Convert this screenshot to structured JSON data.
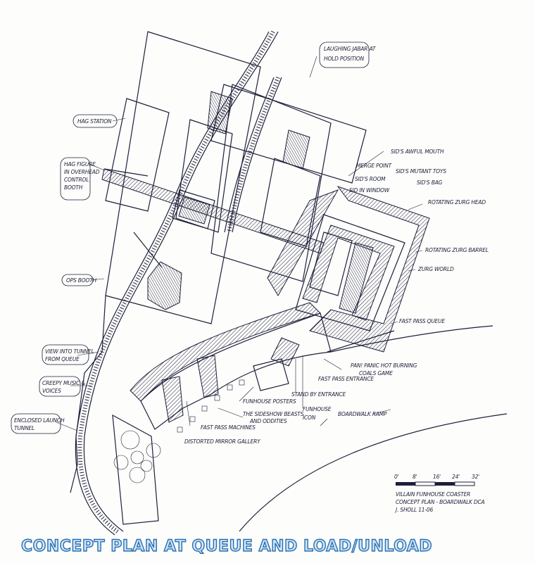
{
  "labels": {
    "laughing_jabar": [
      "LAUGHING JABAR AT",
      "HOLD POSITION"
    ],
    "hag_station": "HAG STATION",
    "hag_figure": [
      "HAG FIGURE",
      "IN OVERHEAD",
      "CONTROL",
      "BOOTH"
    ],
    "ops_booth": "OPS BOOTH",
    "view_into_tunnel": [
      "VIEW INTO TUNNEL",
      "FROM QUEUE"
    ],
    "creepy_music": [
      "CREEPY MUSIC &",
      "VOICES"
    ],
    "enclosed_launch": [
      "ENCLOSED LAUNCH",
      "TUNNEL"
    ],
    "sids_awful_mouth": "SID'S AWFUL MOUTH",
    "merge_point": "MERGE POINT",
    "sids_mutant_toys": "SID'S MUTANT TOYS",
    "sids_room": "SID'S ROOM",
    "sids_bag": "SID'S BAG",
    "sid_in_window": "SID IN WINDOW",
    "rotating_zurg_head": "ROTATING ZURG HEAD",
    "rotating_zurg_barrel": "ROTATING ZURG BARREL",
    "zurg_world": "ZURG WORLD",
    "fast_pass_queue": "FAST PASS QUEUE",
    "pan_panic": [
      "PAN! PANIC HOT BURNING",
      "COALS GAME"
    ],
    "fast_pass_entrance": "FAST PASS ENTRANCE",
    "stand_by_entrance": "STAND BY ENTRANCE",
    "funhouse_posters": "FUNHOUSE POSTERS",
    "funhouse_icon": [
      "FUNHOUSE",
      "ICON"
    ],
    "boardwalk_ramp": "BOARDWALK RAMP",
    "sideshow": [
      "THE SIDESHOW BEASTS",
      "AND ODDITIES"
    ],
    "fast_pass_machines": "FAST PASS MACHINES",
    "distorted_mirror": "DISTORTED MIRROR GALLERY"
  },
  "scale": {
    "ticks": [
      "0'",
      "8'",
      "16'",
      "24'",
      "32'"
    ],
    "caption": [
      "VILLAIN FUNHOUSE COASTER",
      "CONCEPT PLAN - BOARDWALK DCA",
      "J. SHOLL 11-06"
    ]
  },
  "title": "CONCEPT PLAN AT QUEUE AND LOAD/UNLOAD",
  "colors": {
    "ink": "#1d1f3a",
    "title_fill": "#cfe6f7",
    "title_stroke": "#2a6fb3"
  }
}
